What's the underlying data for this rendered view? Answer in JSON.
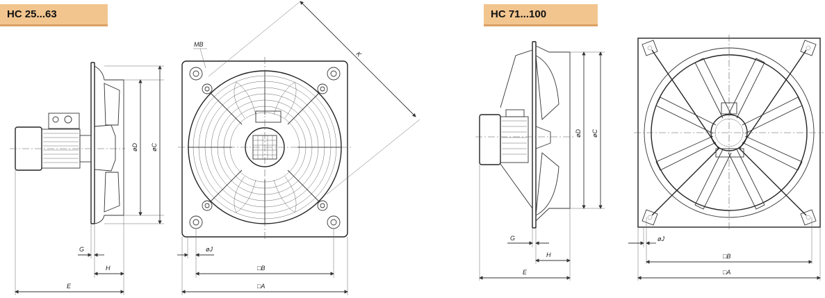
{
  "left": {
    "badge": "HC 25...63",
    "side": {
      "g": "G",
      "h": "H",
      "e": "E",
      "d": "øD",
      "c": "øC"
    },
    "front": {
      "mb": "MB",
      "k": "K",
      "j": "øJ",
      "b": "□B",
      "a": "□A"
    }
  },
  "right": {
    "badge": "HC 71...100",
    "side": {
      "g": "G",
      "h": "H",
      "e": "E",
      "d": "øD",
      "c": "øC"
    },
    "front": {
      "j": "øJ",
      "b": "□B",
      "a": "□A"
    }
  }
}
